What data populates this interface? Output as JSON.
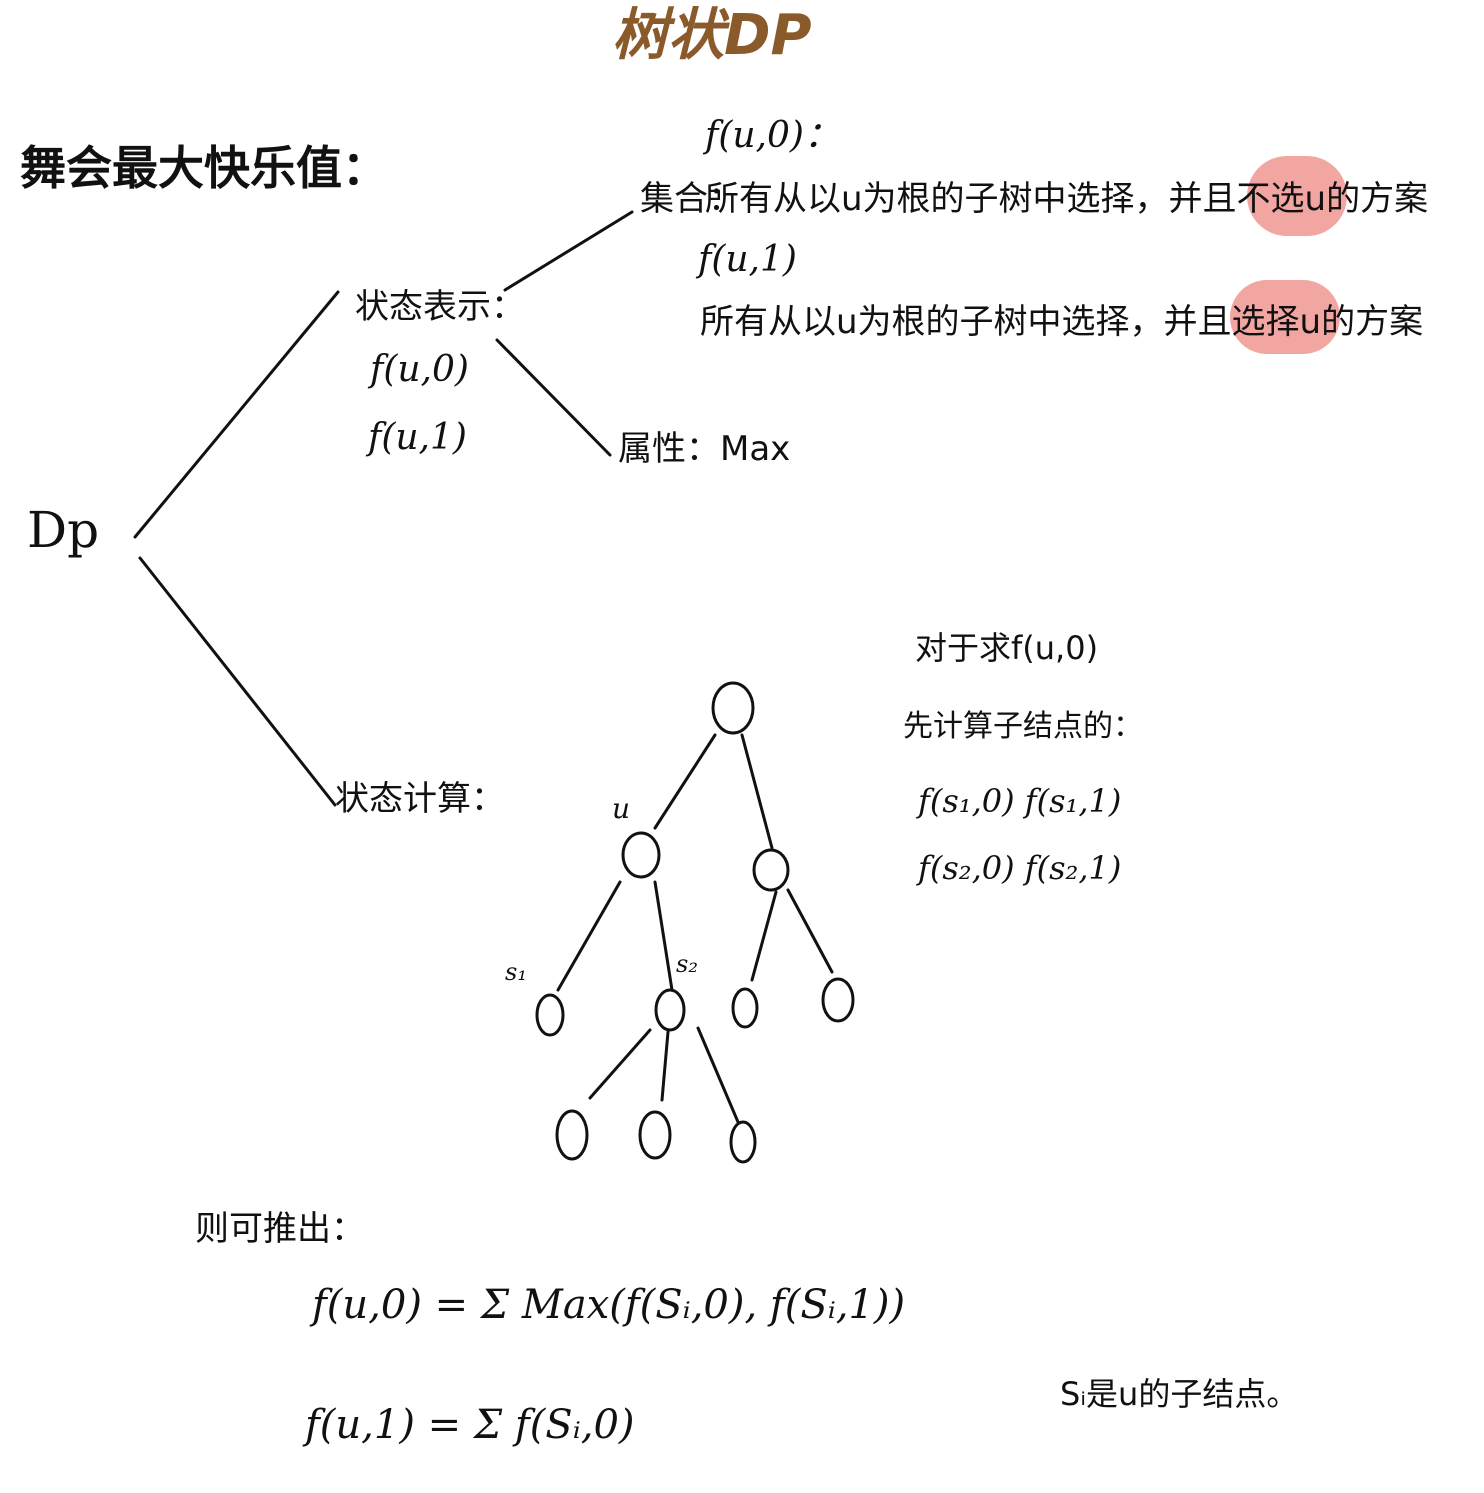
{
  "title": "树状DP",
  "heading": "舞会最大快乐值：",
  "root": "Dp",
  "state_repr": {
    "label": "状态表示：",
    "vars": [
      "f(u,0)",
      "f(u,1)"
    ]
  },
  "set": {
    "f0_label": "f(u,0)：",
    "prefix": "集合：",
    "f0_desc": "所有从以u为根的子树中选择，并且不选u的方案",
    "f0_highlight": "不选",
    "f1_label": "f(u,1)",
    "f1_desc": "所有从以u为根的子树中选择，并且选择u的方案",
    "f1_highlight": "选择"
  },
  "attribute": "属性：Max",
  "state_calc": "状态计算：",
  "notes": {
    "line1": "对于求f(u,0)",
    "line2": "先计算子结点的：",
    "line3": "f(s₁,0)  f(s₁,1)",
    "line4": "f(s₂,0)  f(s₂,1)"
  },
  "tree_labels": {
    "u": "u",
    "s1": "s₁",
    "s2": "s₂"
  },
  "derive": "则可推出：",
  "formula1": "f(u,0) = Σ Max(f(Sᵢ,0), f(Sᵢ,1))",
  "formula2": "f(u,1) = Σ f(Sᵢ,0)",
  "footnote": "Sᵢ是u的子结点。",
  "colors": {
    "title": "#8b5a2b",
    "highlight": "#f2a6a1",
    "ink": "#111111"
  }
}
